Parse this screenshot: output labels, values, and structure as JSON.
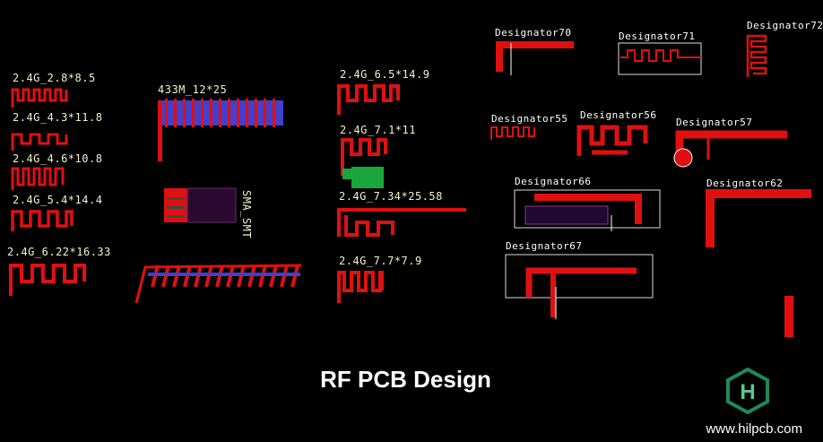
{
  "labels": {
    "a1": "2.4G_2.8*8.5",
    "a2": "2.4G_4.3*11.8",
    "a3": "2.4G_4.6*10.8",
    "a4": "2.4G_5.4*14.4",
    "a5": "2.4G_6.22*16.33",
    "b1": "433M_12*25",
    "b2": "SMA_SMT",
    "c1": "2.4G_6.5*14.9",
    "c2": "2.4G_7.1*11",
    "c3": "2.4G_7.34*25.58",
    "c4": "2.4G_7.7*7.9",
    "d70": "Designator70",
    "d71": "Designator71",
    "d72": "Designator72",
    "d55": "Designator55",
    "d56": "Designator56",
    "d57": "Designator57",
    "d66": "Designator66",
    "d62": "Designator62",
    "d67": "Designator67"
  },
  "title": "RF PCB Design",
  "website": "www.hilpcb.com",
  "logo_letter": "H",
  "colors": {
    "trace": "#e01010",
    "label": "#f2f2c8",
    "green": "#1aa63a",
    "blue": "#4040d0",
    "logo": "#1e8a5a"
  }
}
